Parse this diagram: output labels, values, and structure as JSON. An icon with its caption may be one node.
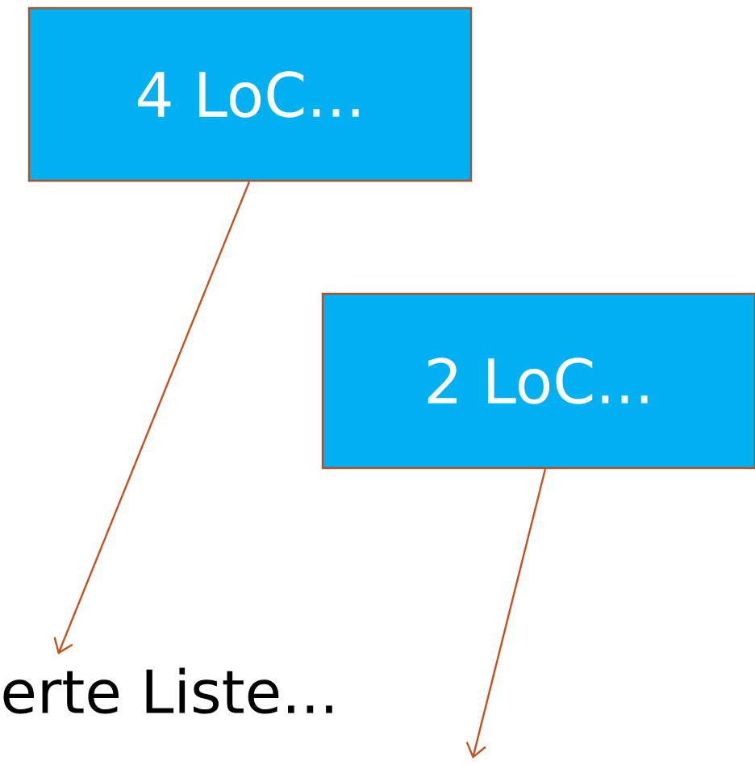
{
  "diagram": {
    "nodes": [
      {
        "text": [
          "4 LoC..."
        ]
      },
      {
        "text": [
          "2 LoC..."
        ]
      },
      {
        "text": [
          "erte Liste..."
        ]
      }
    ],
    "edges": [
      {
        "from": 0,
        "to": 2,
        "arrow": "to"
      },
      {
        "from": 1,
        "to": null,
        "arrow": "to"
      }
    ]
  }
}
